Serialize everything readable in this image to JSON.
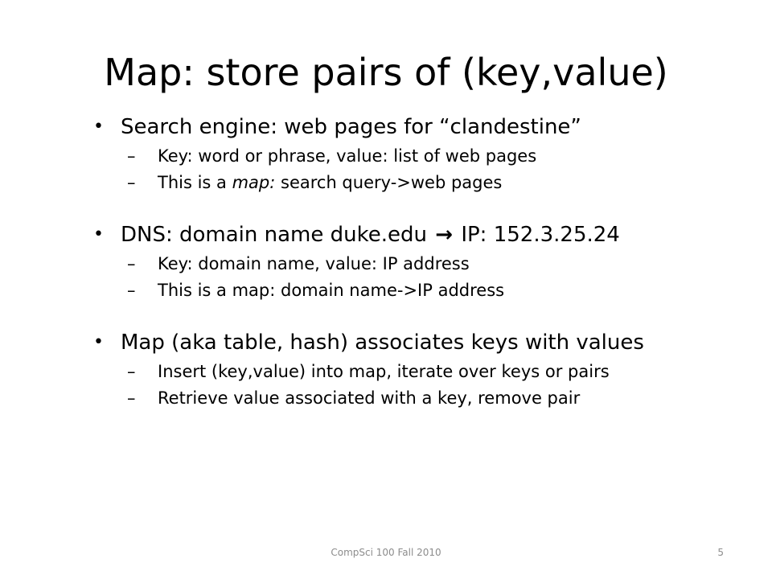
{
  "slide": {
    "title": "Map: store pairs of (key,value)",
    "bullets": [
      {
        "text": "Search engine: web pages for “clandestine”",
        "subs": [
          "Key: word or phrase, value: list of web pages",
          {
            "pre": "This is a ",
            "em": "map:",
            "post": " search query->web pages"
          }
        ]
      },
      {
        "pre": "DNS: domain name duke.edu ",
        "arrow": "→",
        "post": " IP: 152.3.25.24",
        "subs": [
          "Key: domain name, value: IP address",
          "This is a map: domain name->IP address"
        ]
      },
      {
        "text": "Map (aka table, hash) associates keys with values",
        "subs": [
          "Insert (key,value) into map, iterate over keys or pairs",
          "Retrieve value associated with a key, remove pair"
        ]
      }
    ],
    "bullet_glyph": "•",
    "dash_glyph": "–",
    "footer": "CompSci 100 Fall 2010",
    "page_number": "5"
  }
}
